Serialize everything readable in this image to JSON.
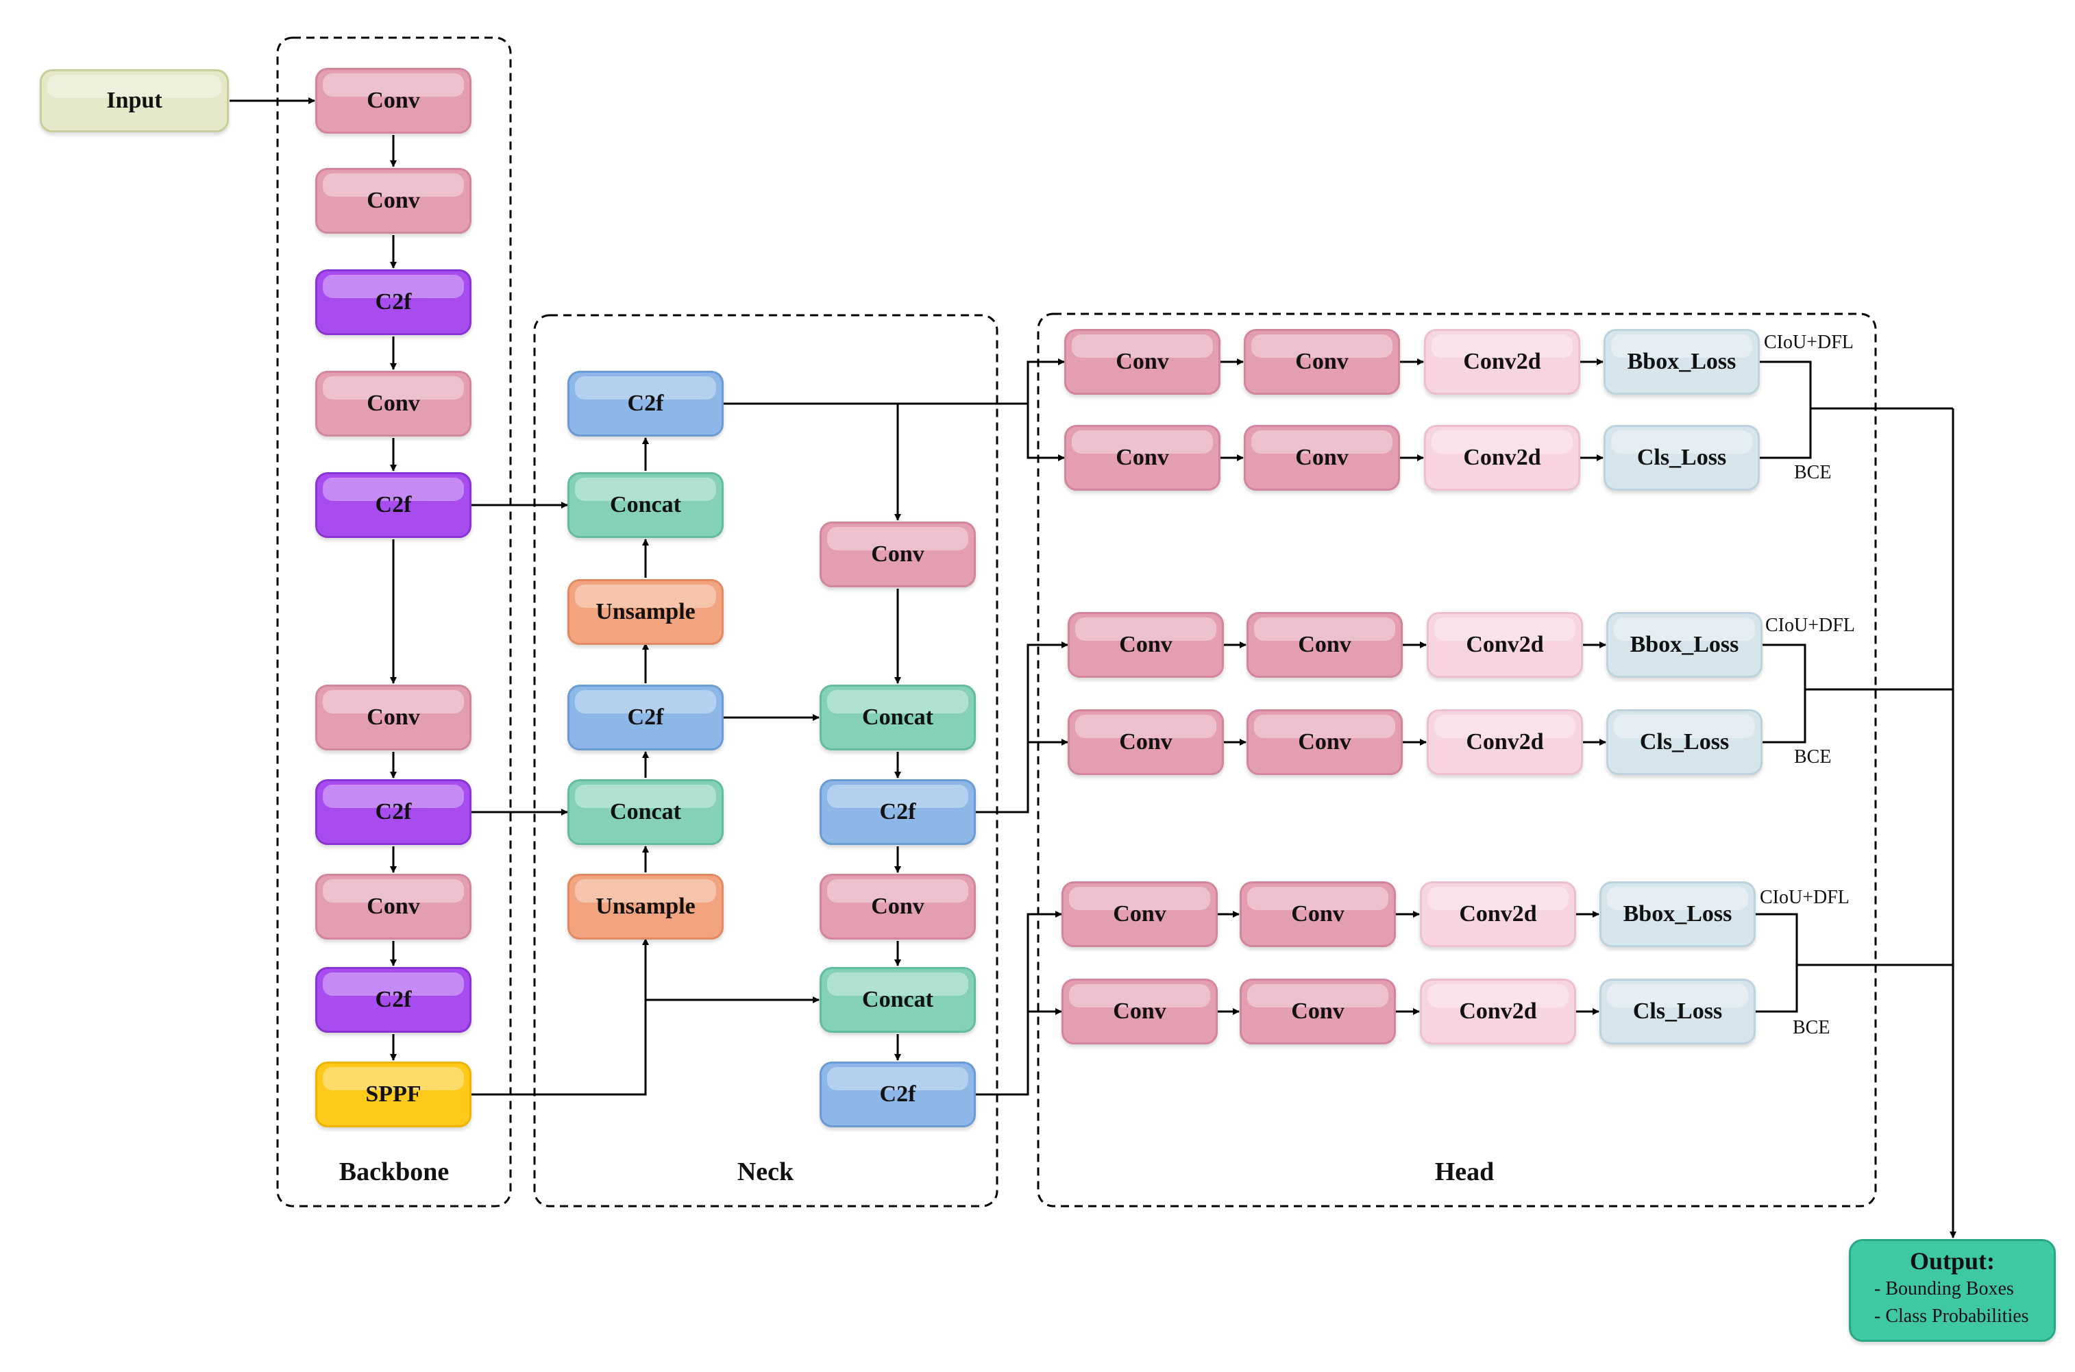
{
  "input": "Input",
  "sections": {
    "backbone": "Backbone",
    "neck": "Neck",
    "head": "Head"
  },
  "backbone": [
    "Conv",
    "Conv",
    "C2f",
    "Conv",
    "C2f",
    "Conv",
    "C2f",
    "Conv",
    "C2f",
    "SPPF"
  ],
  "neck": {
    "left": [
      "C2f",
      "Concat",
      "Unsample",
      "C2f",
      "Concat",
      "Unsample"
    ],
    "right": [
      "Conv",
      "Concat",
      "C2f",
      "Conv",
      "Concat",
      "C2f"
    ]
  },
  "head": {
    "row": [
      "Conv",
      "Conv",
      "Conv2d"
    ],
    "bbox_loss": "Bbox_Loss",
    "cls_loss": "Cls_Loss",
    "bbox_metric": "CIoU+DFL",
    "cls_metric": "BCE"
  },
  "output": {
    "title": "Output:",
    "items": [
      "Bounding Boxes",
      "Class Probabilities"
    ]
  }
}
